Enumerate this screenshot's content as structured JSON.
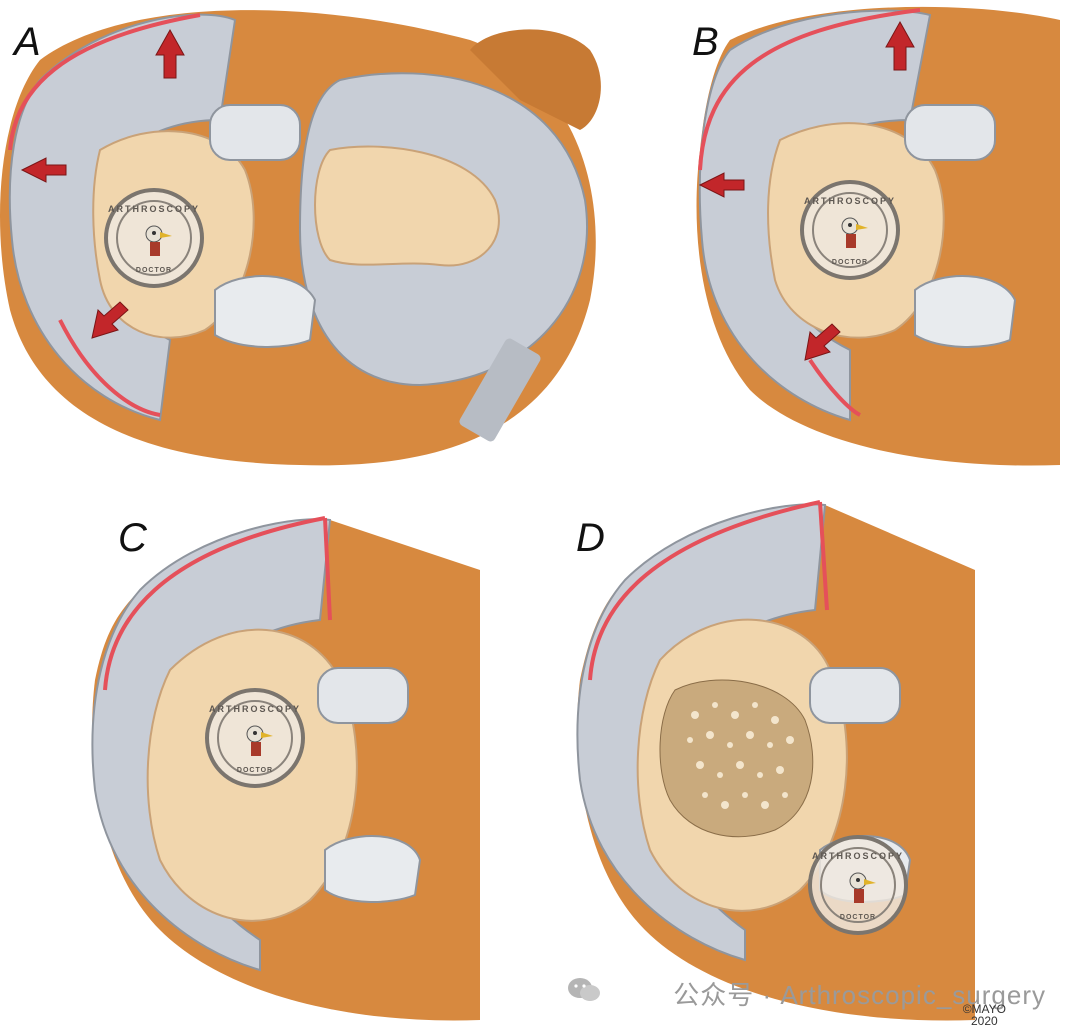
{
  "panels": [
    {
      "id": "A",
      "label": "A"
    },
    {
      "id": "B",
      "label": "B"
    },
    {
      "id": "C",
      "label": "C"
    },
    {
      "id": "D",
      "label": "D"
    }
  ],
  "stamp": {
    "top_text": "ARTHROSCOPY",
    "bottom_text": "DOCTOR"
  },
  "credit": {
    "line1": "©MAYO",
    "line2": "2020"
  },
  "watermark": {
    "text": "公众号 · Arthroscopic_surgery"
  },
  "colors": {
    "meniscus": "#c8cdd6",
    "cartilage": "#f1d6ad",
    "bone": "#d7893f",
    "arrow": "#c2262a",
    "synovium": "#e5505a"
  }
}
